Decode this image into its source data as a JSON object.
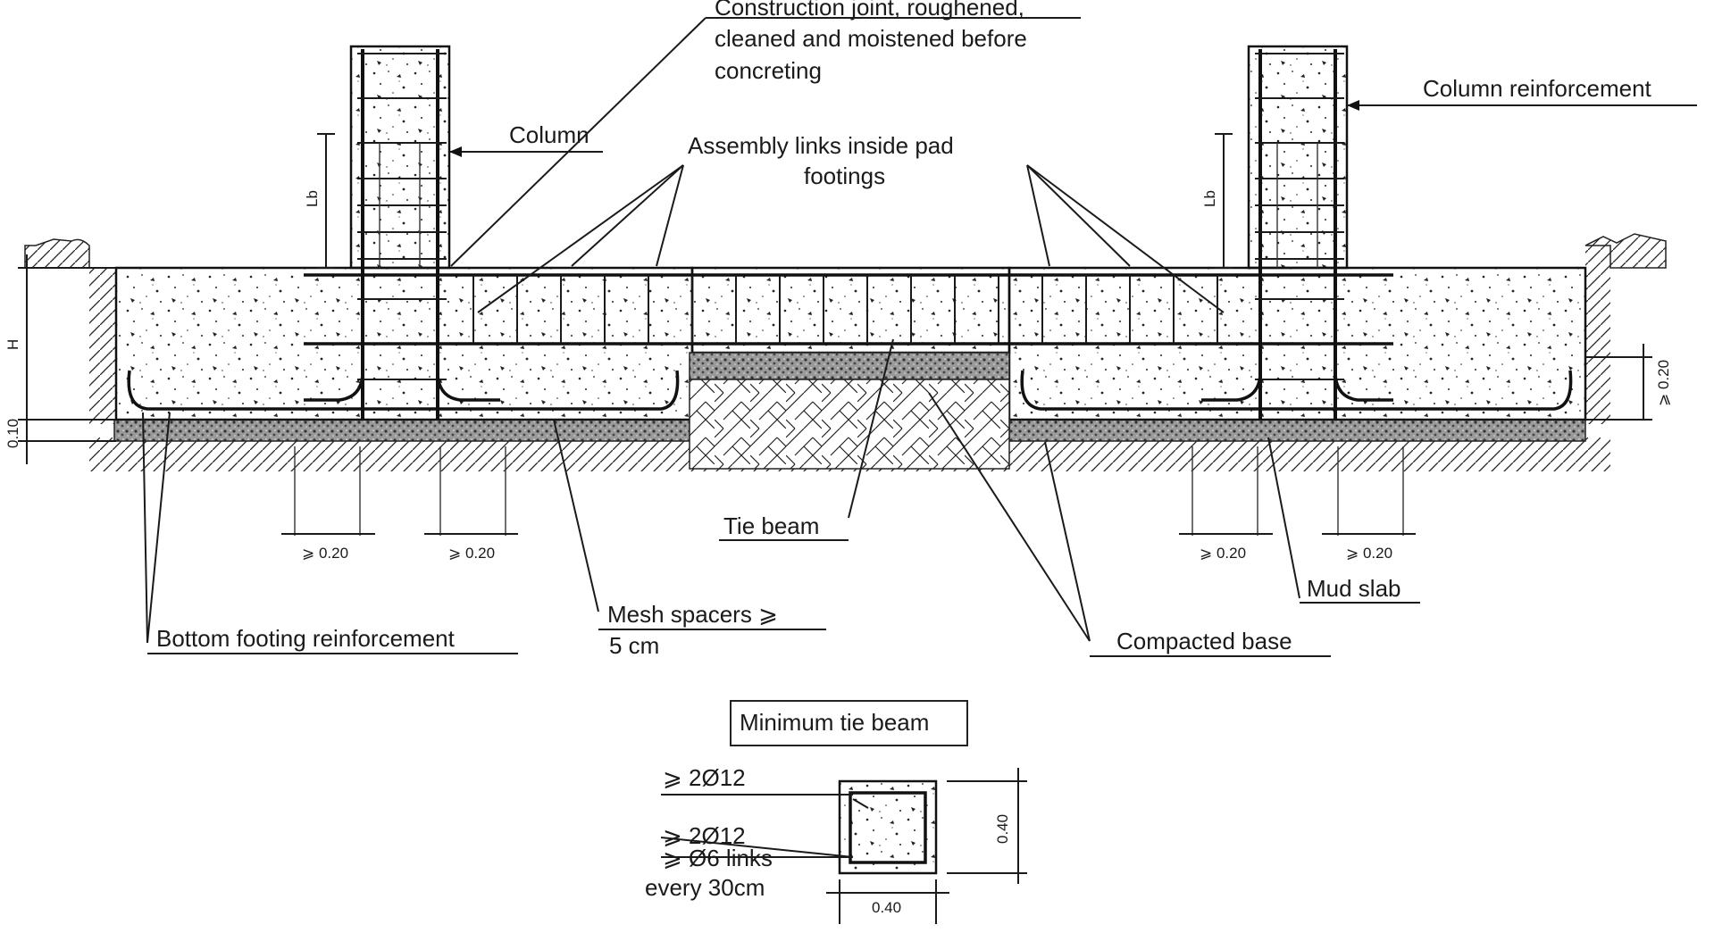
{
  "labels": {
    "construction_joint": [
      "Construction joint, roughened,",
      "cleaned and moistened before",
      "concreting"
    ],
    "column": "Column",
    "column_reinforcement": "Column reinforcement",
    "assembly_links": [
      "Assembly links inside pad",
      "footings"
    ],
    "tie_beam": "Tie beam",
    "mud_slab": "Mud slab",
    "compacted_base": "Compacted base",
    "mesh_spacers": [
      "Mesh spacers ⩾",
      "5 cm"
    ],
    "bottom_footing_reinforcement": "Bottom footing reinforcement",
    "minimum_tie_beam": "Minimum tie beam",
    "top_bars": "⩾ 2Ø12",
    "bottom_bars": "⩾ 2Ø12",
    "links": [
      "⩾ Ø6 links",
      "every 30cm"
    ]
  },
  "dimensions": {
    "lb": "Lb",
    "h": "H",
    "mud_slab_thickness": "0.10",
    "edge_min": "⩾ 0.20",
    "section_height": "0.40",
    "section_width": "0.40"
  },
  "colors": {
    "ink": "#1a1a1a",
    "background": "#ffffff"
  }
}
